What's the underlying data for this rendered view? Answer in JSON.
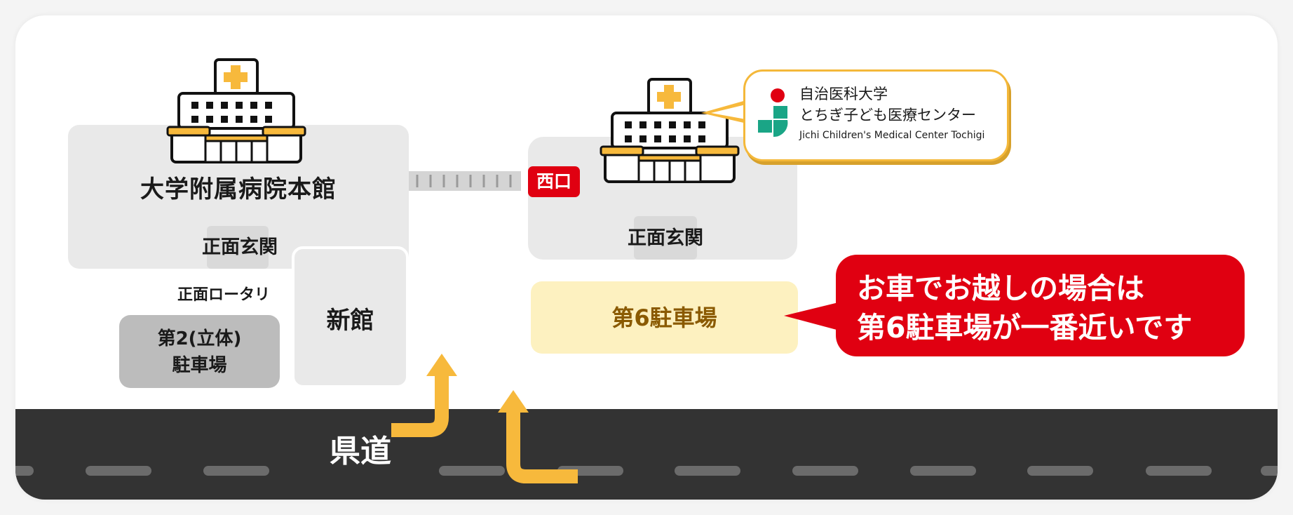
{
  "main_building": {
    "name": "大学附属病院本館",
    "entrance": "正面玄関"
  },
  "rotary": "正面ロータリ",
  "parking2": {
    "line1": "第2(立体)",
    "line2": "駐車場"
  },
  "new_building": "新館",
  "west_entrance": "西口",
  "children_center": {
    "entrance": "正面玄関"
  },
  "logo": {
    "line1": "自治医科大学",
    "line2": "とちぎ子ども医療センター",
    "line3": "Jichi Children's Medical Center Tochigi"
  },
  "parking6": "第6駐車場",
  "callout": {
    "line1": "お車でお越しの場合は",
    "line2": "第6駐車場が一番近いです"
  },
  "road_label": "県道",
  "colors": {
    "building_gray": "#e9e9e9",
    "parking_yellow": "#fdf1c0",
    "accent_yellow": "#f7b93c",
    "red": "#e00011",
    "road": "#333333"
  },
  "icons": [
    "hospital-icon",
    "turn-arrow-icon",
    "jichi-logo-icon"
  ]
}
